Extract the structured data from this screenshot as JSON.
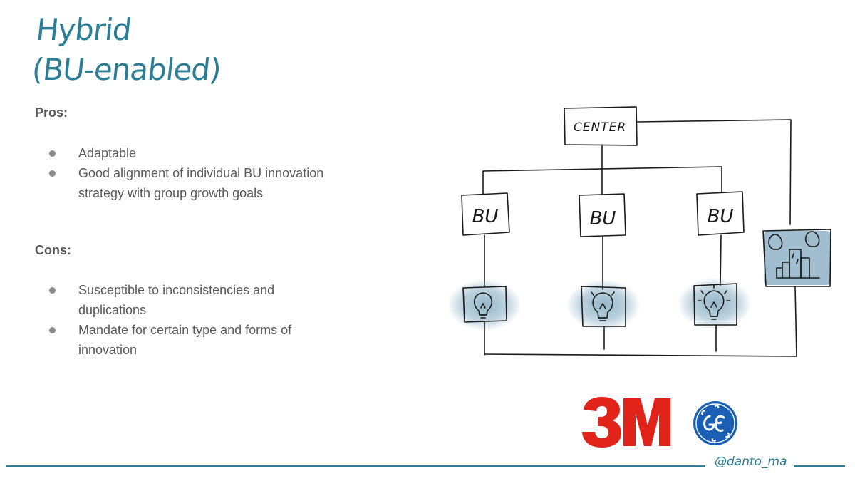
{
  "title": {
    "line1": "Hybrid",
    "line2": "(BU-enabled)"
  },
  "pros": {
    "heading": "Pros:",
    "items": [
      "Adaptable",
      "Good alignment of individual BU innovation strategy with group growth goals"
    ]
  },
  "cons": {
    "heading": "Cons:",
    "items": [
      "Susceptible to inconsistencies and duplications",
      "Mandate for certain type and forms of innovation"
    ]
  },
  "diagram": {
    "center_label": "CENTER",
    "bu_labels": [
      "BU",
      "BU",
      "BU"
    ]
  },
  "logos": {
    "brand_3m": "3M",
    "brand_ge": "GE"
  },
  "footer": {
    "handle": "@danto_ma"
  },
  "colors": {
    "accent": "#2b7e95",
    "brand_3m": "#e2231a",
    "brand_ge": "#1a5fb4",
    "glow": "#8fb3c7"
  }
}
